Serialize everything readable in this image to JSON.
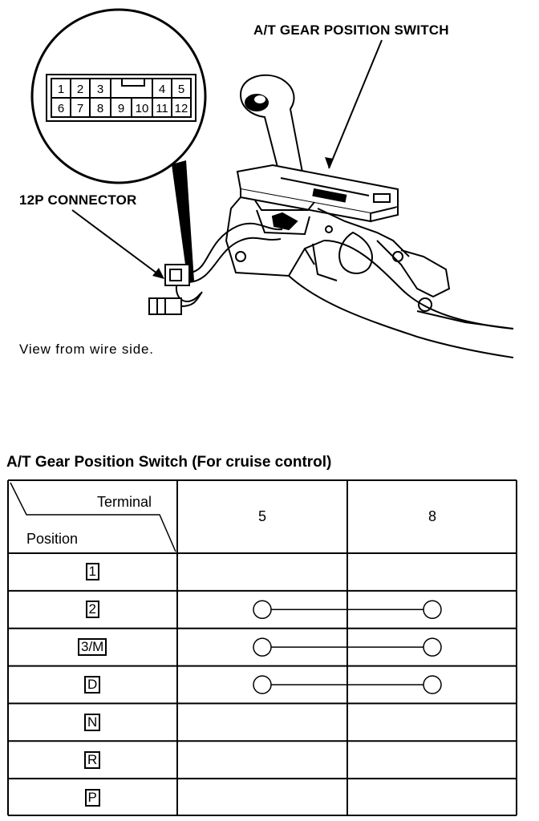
{
  "illustration": {
    "switch_label": "A/T GEAR POSITION SWITCH",
    "connector_label": "12P CONNECTOR",
    "caption": "View from wire side.",
    "connector_pins": [
      "1",
      "2",
      "3",
      "4",
      "5",
      "6",
      "7",
      "8",
      "9",
      "10",
      "11",
      "12"
    ]
  },
  "table": {
    "title": "A/T Gear Position Switch (For cruise control)",
    "header_terminal": "Terminal",
    "header_position": "Position",
    "terminals": [
      "5",
      "8"
    ],
    "rows": [
      {
        "position": "1",
        "connected": false
      },
      {
        "position": "2",
        "connected": true
      },
      {
        "position": "3/M",
        "connected": true
      },
      {
        "position": "D",
        "connected": true
      },
      {
        "position": "N",
        "connected": false
      },
      {
        "position": "R",
        "connected": false
      },
      {
        "position": "P",
        "connected": false
      }
    ]
  }
}
